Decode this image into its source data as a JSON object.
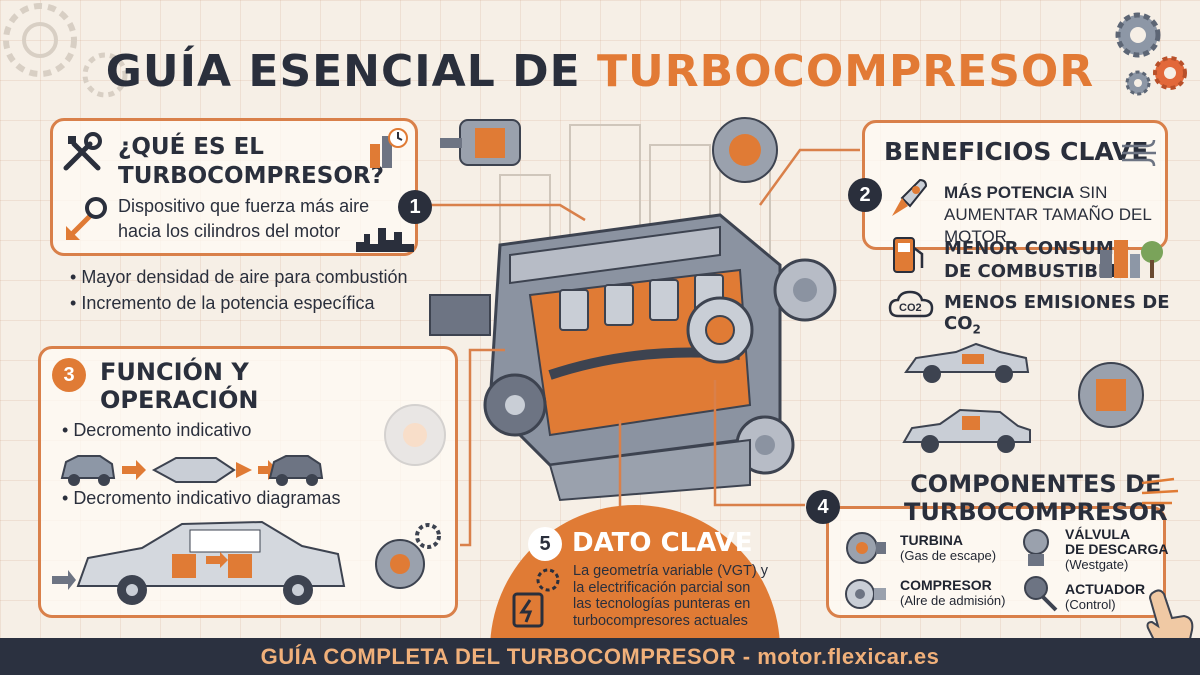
{
  "title": {
    "prefix": "GUÍA ESENCIAL DE ",
    "accent": "TURBOCOMPRESOR"
  },
  "card1": {
    "number": "1",
    "heading_line1": "¿QUÉ ES EL",
    "heading_line2": "TURBOCOMPRESOR?",
    "desc_line1": "Dispositivo que fuerza más aire",
    "desc_line2": "hacia los cilindros del motor",
    "bullets": [
      "Mayor densidad de aire para combustión",
      "Incremento de la potencia específica"
    ]
  },
  "card2": {
    "number": "2",
    "heading": "BENEFICIOS CLAVE",
    "b1_bold": "MÁS POTENCIA",
    "b1_rest": " SIN",
    "b1_line2": "AUMENTAR TAMAÑO DEL MOTOR",
    "b2_line1": "MENOR CONSUMO",
    "b2_line2": "DE COMBUSTIBLE",
    "b3": "MENOS EMISIONES DE CO",
    "b3_sub": "2",
    "co2_icon_label": "CO2"
  },
  "card3": {
    "number": "3",
    "heading_line1": "FUNCIÓN Y",
    "heading_line2": "OPERACIÓN",
    "bullet1": "Decromento indicativo",
    "bullet2": "Decromento indicativo diagramas"
  },
  "card4": {
    "number": "4",
    "heading_line1": "COMPONENTES DE",
    "heading_line2": "TURBOCOMPRESOR",
    "items": [
      {
        "name": "TURBINA",
        "desc": "(Gas de escape)"
      },
      {
        "name": "COMPRESOR",
        "desc": "(Alre de admisión)"
      },
      {
        "name_line1": "VÁLVULA",
        "name_line2": "DE DESCARGA",
        "desc": "(Westgate)"
      },
      {
        "name": "ACTUADOR",
        "desc": "(Control)"
      }
    ]
  },
  "card5": {
    "number": "5",
    "heading": "DATO CLAVE",
    "lines": [
      "La geometría variable (VGT) y",
      "la electrificación parcial son",
      "las tecnologías punteras en",
      "turbocompresores actuales"
    ]
  },
  "footer": "GUÍA COMPLETA DEL TURBOCOMPRESOR - motor.flexicar.es",
  "colors": {
    "accent": "#e27a35",
    "dark": "#2a2f3c",
    "footer_bg": "#2b3140",
    "border": "#d9804a"
  }
}
